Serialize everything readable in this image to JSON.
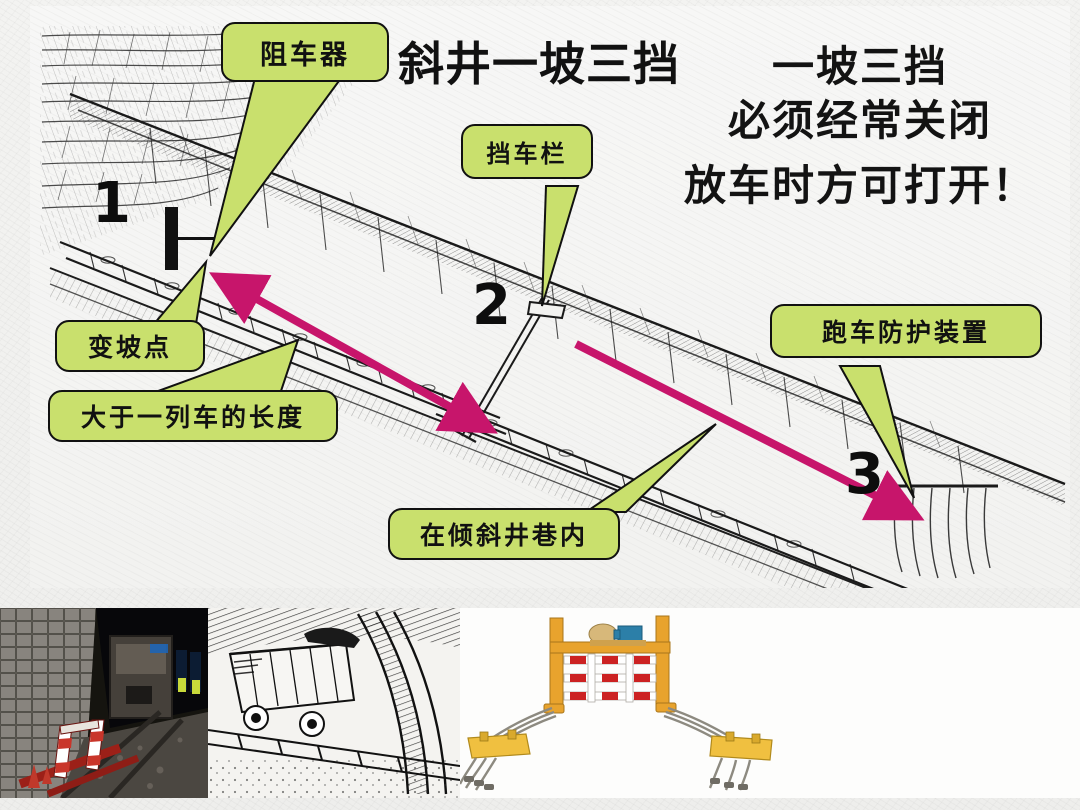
{
  "slide": {
    "title": "斜井一坡三挡",
    "notice": {
      "lines": [
        "一坡三挡",
        "必须经常关闭",
        "放车时方可打开！"
      ]
    }
  },
  "callouts": [
    {
      "id": "zhucheqi",
      "label": "阻车器",
      "name": "callout-car-stopper"
    },
    {
      "id": "dangchelan",
      "label": "挡车栏",
      "name": "callout-car-barrier"
    },
    {
      "id": "biandian",
      "label": "变坡点",
      "name": "callout-slope-change-point"
    },
    {
      "id": "changdu",
      "label": "大于一列车的长度",
      "name": "callout-longer-than-train"
    },
    {
      "id": "jingxiang",
      "label": "在倾斜井巷内",
      "name": "callout-in-inclined-shaft"
    },
    {
      "id": "paoche",
      "label": "跑车防护装置",
      "name": "callout-runaway-protection-device"
    }
  ],
  "markers": [
    {
      "id": "m1",
      "label": "1"
    },
    {
      "id": "m2",
      "label": "2"
    },
    {
      "id": "m3",
      "label": "3"
    }
  ],
  "photos": [
    {
      "id": "p1",
      "caption": "",
      "name": "photo-mine-tunnel-barrier"
    },
    {
      "id": "p2",
      "caption": "",
      "name": "photo-derailed-mine-cart-drawing"
    },
    {
      "id": "p3",
      "caption": "",
      "name": "photo-runaway-protection-gate"
    }
  ],
  "colors": {
    "callout_fill": "#c9e06d",
    "callout_stroke": "#111111",
    "arrow": "#c7156b",
    "ink": "#111111",
    "paper": "#f3f3f1",
    "gate_orange": "#e8a32d",
    "gate_yellow": "#f0c040",
    "gate_red": "#cc2222",
    "motor_blue": "#2c7fa8"
  }
}
